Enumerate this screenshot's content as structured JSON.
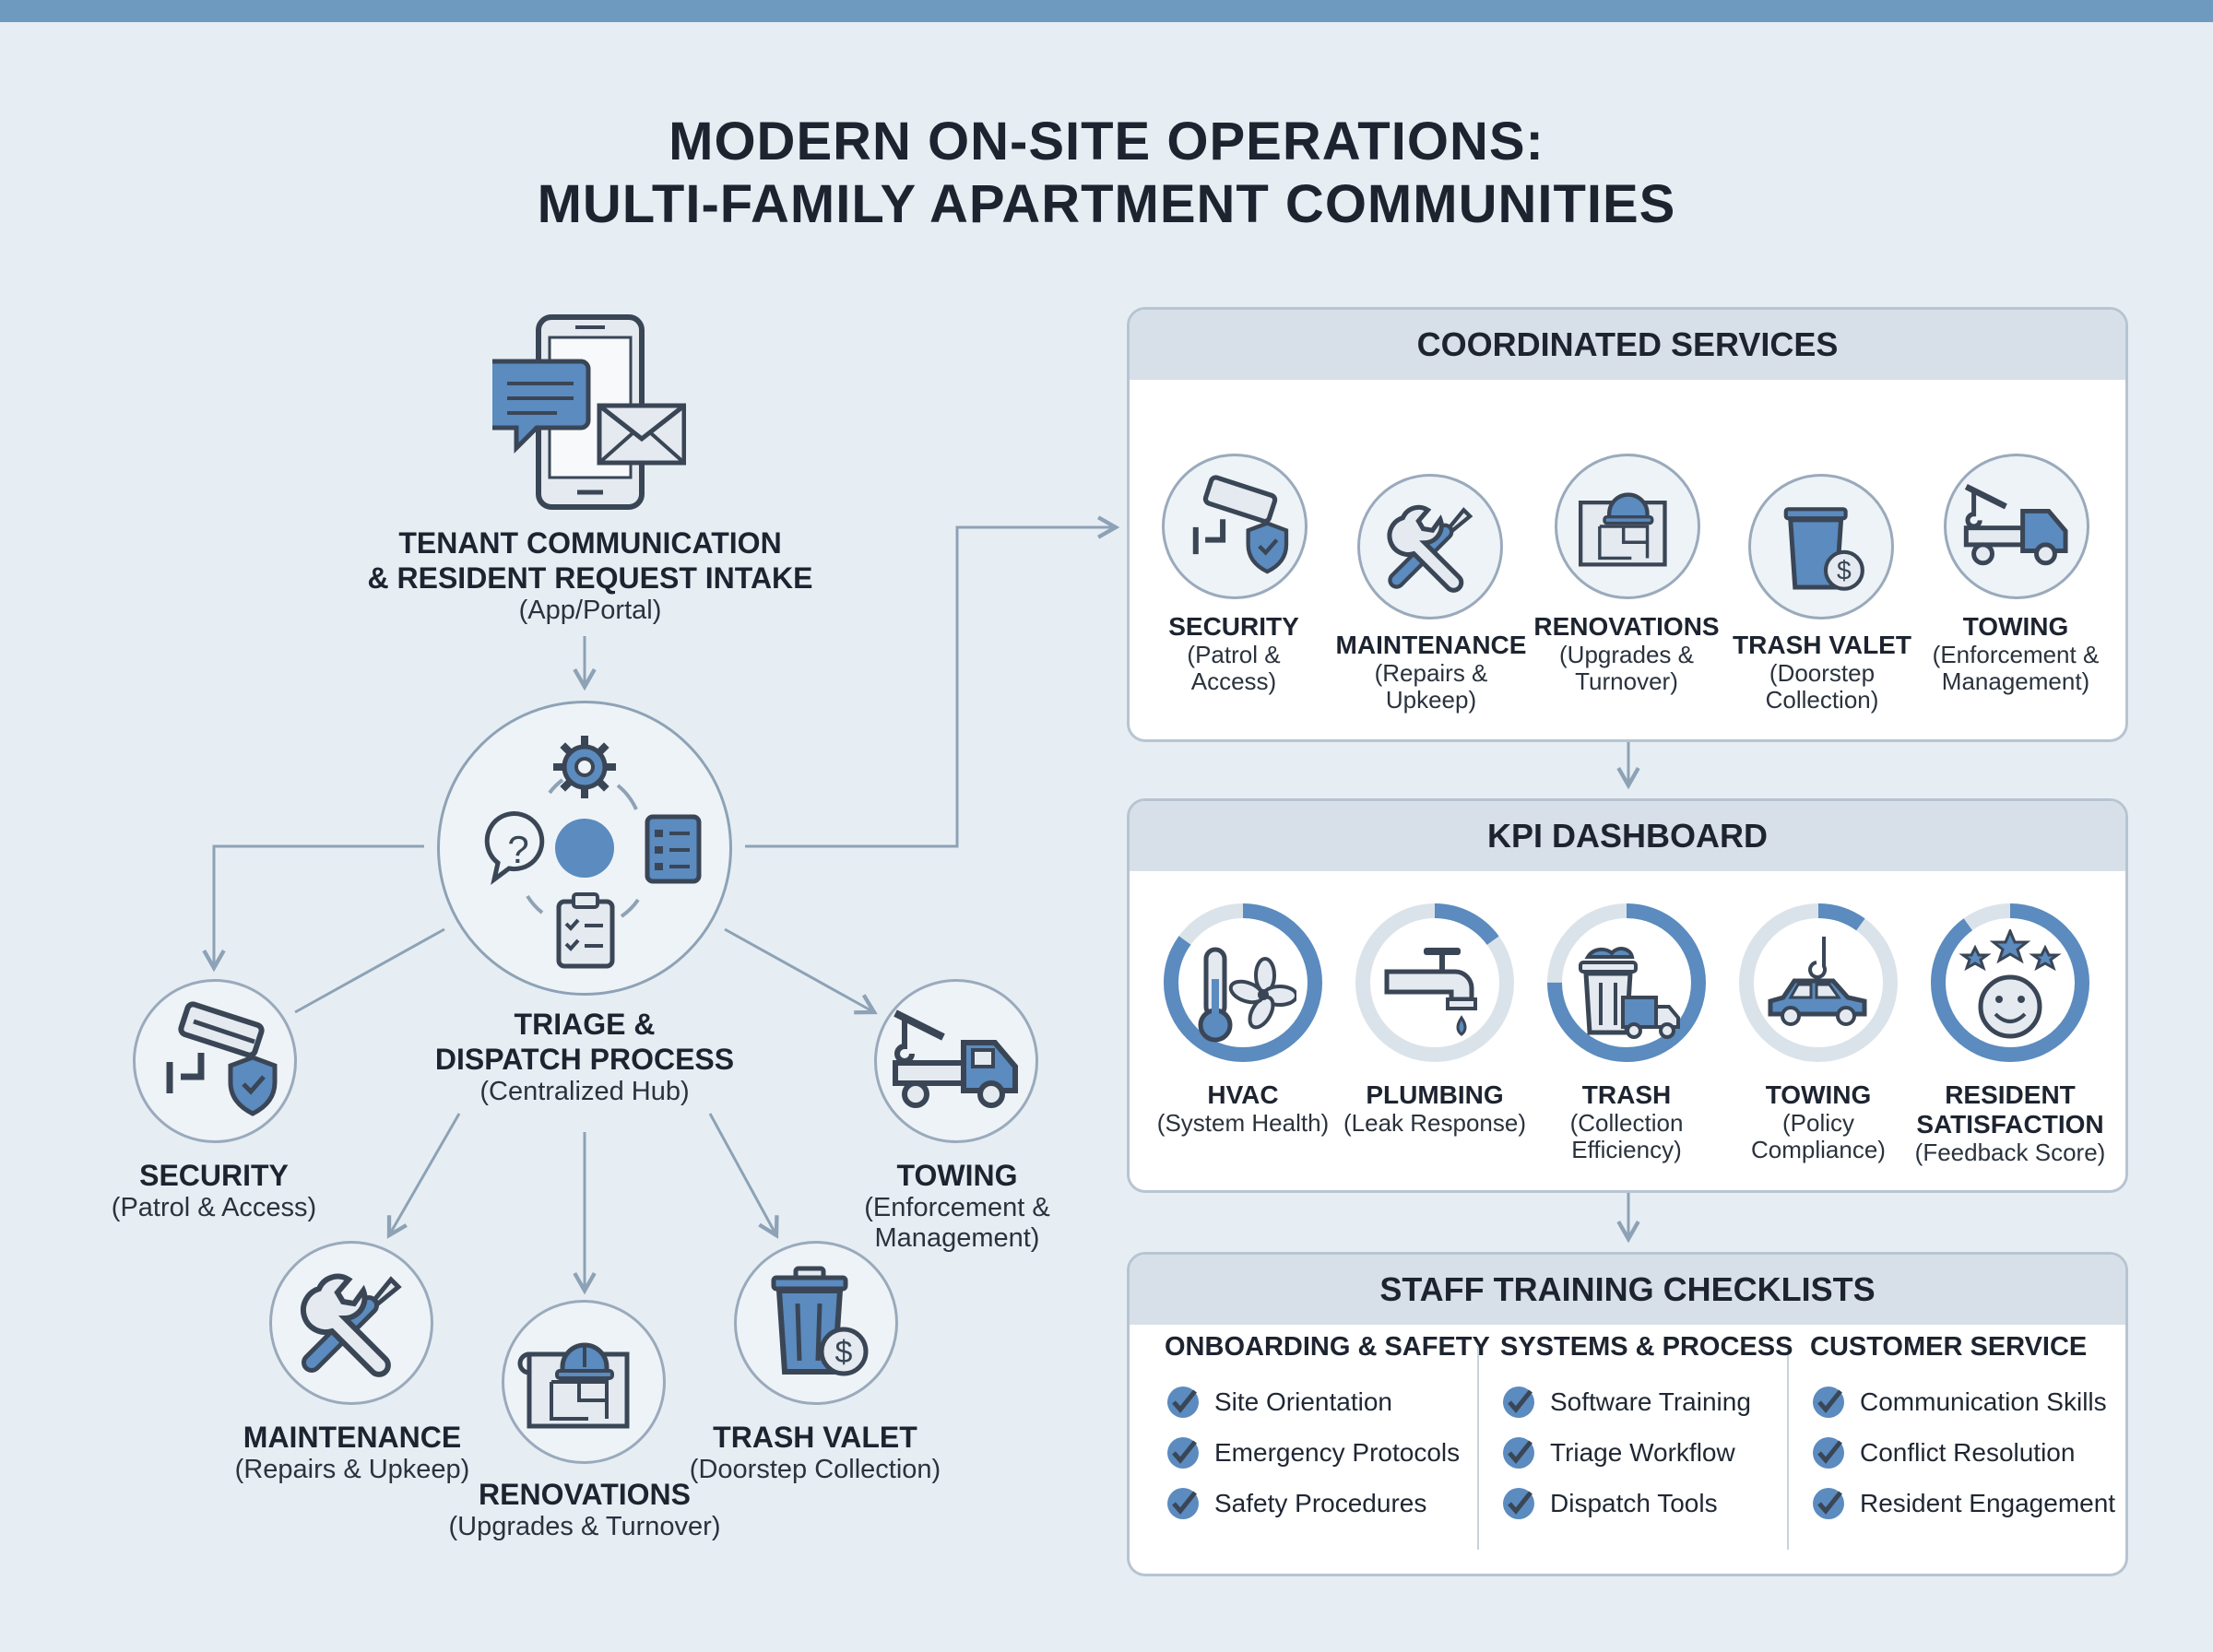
{
  "title": {
    "line1": "MODERN ON-SITE OPERATIONS:",
    "line2": "MULTI-FAMILY APARTMENT COMMUNITIES"
  },
  "colors": {
    "accent": "#5b8bbf",
    "dark": "#3a4656",
    "ring_track": "#dbe3ea",
    "panel_head": "#d7e0e9"
  },
  "intake": {
    "heading1": "TENANT COMMUNICATION",
    "heading2": "& RESIDENT REQUEST INTAKE",
    "sub": "(App/Portal)"
  },
  "hub": {
    "heading1": "TRIAGE &",
    "heading2": "DISPATCH PROCESS",
    "sub": "(Centralized Hub)"
  },
  "left_services": [
    {
      "icon": "security-camera-icon",
      "heading": "SECURITY",
      "sub": "(Patrol & Access)"
    },
    {
      "icon": "tow-truck-icon",
      "heading": "TOWING",
      "sub1": "(Enforcement &",
      "sub2": "Management)"
    },
    {
      "icon": "tools-icon",
      "heading": "MAINTENANCE",
      "sub": "(Repairs & Upkeep)"
    },
    {
      "icon": "blueprint-helmet-icon",
      "heading": "RENOVATIONS",
      "sub": "(Upgrades & Turnover)"
    },
    {
      "icon": "trash-can-icon",
      "heading": "TRASH VALET",
      "sub": "(Doorstep Collection)"
    }
  ],
  "coordinated": {
    "heading": "COORDINATED SERVICES",
    "items": [
      {
        "icon": "security-camera-icon",
        "heading": "SECURITY",
        "sub1": "(Patrol &",
        "sub2": "Access)"
      },
      {
        "icon": "tools-icon",
        "heading": "MAINTENANCE",
        "sub1": "(Repairs &",
        "sub2": "Upkeep)"
      },
      {
        "icon": "blueprint-helmet-icon",
        "heading": "RENOVATIONS",
        "sub1": "(Upgrades &",
        "sub2": "Turnover)"
      },
      {
        "icon": "trash-can-icon",
        "heading": "TRASH VALET",
        "sub1": "(Doorstep",
        "sub2": "Collection)"
      },
      {
        "icon": "tow-truck-icon",
        "heading": "TOWING",
        "sub1": "(Enforcement &",
        "sub2": "Management)"
      }
    ]
  },
  "kpi": {
    "heading": "KPI DASHBOARD",
    "items": [
      {
        "icon": "thermometer-fan-icon",
        "heading": "HVAC",
        "sub1": "(System Health)",
        "sub2": "",
        "level": 0.85
      },
      {
        "icon": "faucet-icon",
        "heading": "PLUMBING",
        "sub1": "(Leak Response)",
        "sub2": "",
        "level": 0.15
      },
      {
        "icon": "trash-truck-icon",
        "heading": "TRASH",
        "sub1": "(Collection",
        "sub2": "Efficiency)",
        "level": 0.75
      },
      {
        "icon": "car-tow-hook-icon",
        "heading": "TOWING",
        "sub1": "(Policy",
        "sub2": "Compliance)",
        "level": 0.1
      },
      {
        "icon": "smiley-stars-icon",
        "heading": "RESIDENT",
        "heading2": "SATISFACTION",
        "sub1": "(Feedback Score)",
        "sub2": "",
        "level": 0.9
      }
    ]
  },
  "training": {
    "heading": "STAFF TRAINING CHECKLISTS",
    "columns": [
      {
        "heading": "ONBOARDING & SAFETY",
        "items": [
          "Site Orientation",
          "Emergency Protocols",
          "Safety Procedures"
        ]
      },
      {
        "heading": "SYSTEMS & PROCESS",
        "items": [
          "Software Training",
          "Triage Workflow",
          "Dispatch Tools"
        ]
      },
      {
        "heading": "CUSTOMER SERVICE",
        "items": [
          "Communication Skills",
          "Conflict Resolution",
          "Resident Engagement"
        ]
      }
    ]
  }
}
